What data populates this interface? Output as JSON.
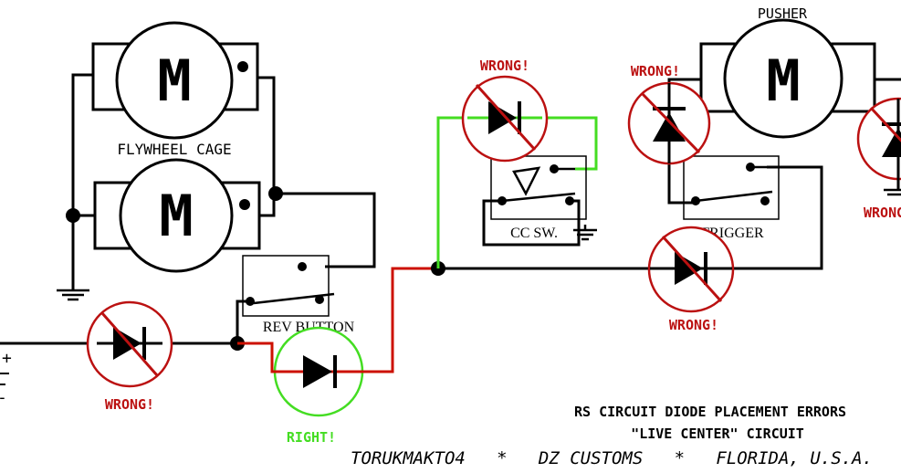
{
  "labels": {
    "motor_letter": "M",
    "pusher": "PUSHER",
    "flywheel_cage": "FLYWHEEL CAGE",
    "rev_button": "REV BUTTON",
    "cc_switch": "CC SW.",
    "trigger": "TRIGGER",
    "battery_plus": "+",
    "battery_minus": "-"
  },
  "verdicts": {
    "wrong": "WRONG!",
    "right": "RIGHT!"
  },
  "title": {
    "line1": "RS CIRCUIT DIODE PLACEMENT ERRORS",
    "line2": "\"LIVE CENTER\" CIRCUIT",
    "credit": "TORUKMAKTO4   *   DZ CUSTOMS   *   FLORIDA, U.S.A."
  },
  "colors": {
    "wire": "#000000",
    "live_wire_red": "#cc1100",
    "live_wire_green": "#44dd22",
    "wrong": "#bb1111",
    "right": "#44dd22"
  }
}
